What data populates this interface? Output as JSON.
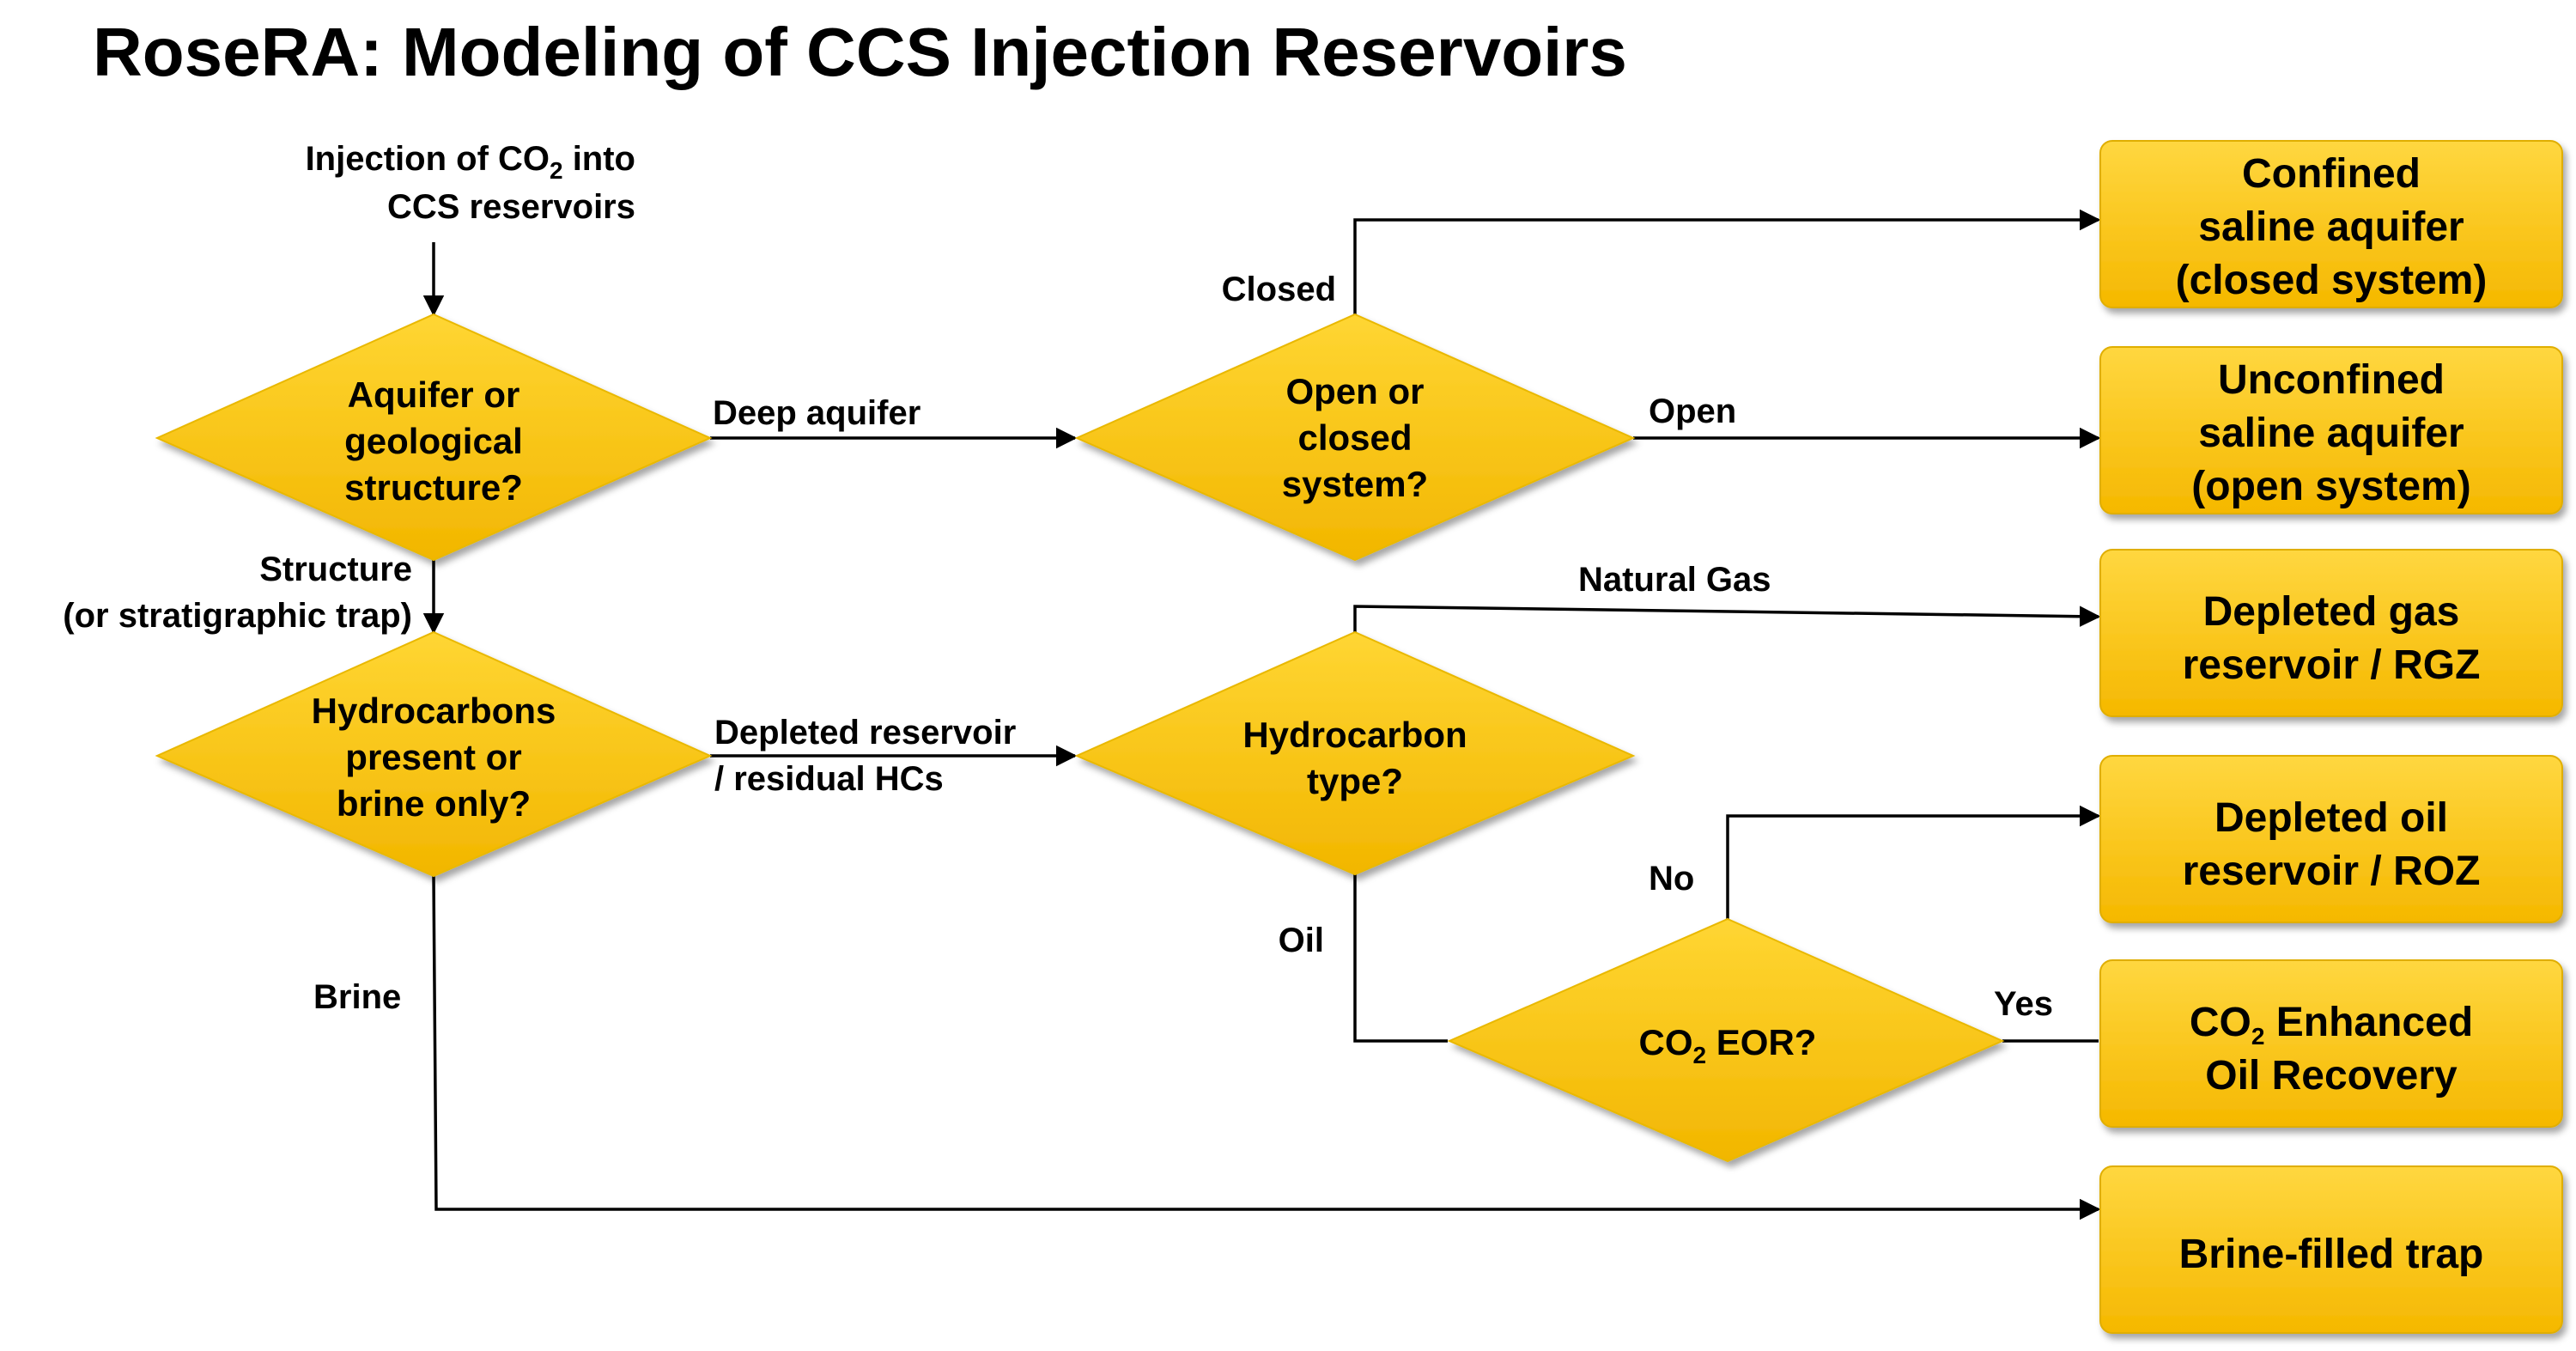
{
  "title": "RoseRA: Modeling of CCS Injection Reservoirs",
  "start": {
    "line1_pre": "Injection of CO",
    "line1_sub": "2",
    "line1_post": " into",
    "line2": "CCS reservoirs"
  },
  "decisions": {
    "aquifer_or_structure": [
      "Aquifer or",
      "geological",
      "structure?"
    ],
    "open_or_closed": [
      "Open or",
      "closed",
      "system?"
    ],
    "hydrocarbons_present": [
      "Hydrocarbons",
      "present or",
      "brine only?"
    ],
    "hydrocarbon_type": [
      "Hydrocarbon",
      "type?"
    ],
    "co2_eor": {
      "pre": "CO",
      "sub": "2",
      "post": " EOR?"
    }
  },
  "edges": {
    "deep_aquifer": "Deep aquifer",
    "closed": "Closed",
    "open": "Open",
    "structure": [
      "Structure",
      "(or stratigraphic trap)"
    ],
    "depleted": [
      "Depleted reservoir",
      "/ residual HCs"
    ],
    "natural_gas": "Natural Gas",
    "oil": "Oil",
    "no": "No",
    "yes": "Yes",
    "brine": "Brine"
  },
  "outcomes": {
    "confined": [
      "Confined",
      "saline aquifer",
      "(closed system)"
    ],
    "unconfined": [
      "Unconfined",
      "saline aquifer",
      "(open system)"
    ],
    "gas": [
      "Depleted gas",
      "reservoir / RGZ"
    ],
    "oil": [
      "Depleted oil",
      "reservoir / ROZ"
    ],
    "eor": {
      "line1_pre": "CO",
      "line1_sub": "2",
      "line1_post": " Enhanced",
      "line2": "Oil Recovery"
    },
    "brine": [
      "Brine-filled trap"
    ]
  },
  "colors": {
    "gold_light": "#ffd633",
    "gold_dark": "#f2b600",
    "box_border": "#e0ae00"
  }
}
